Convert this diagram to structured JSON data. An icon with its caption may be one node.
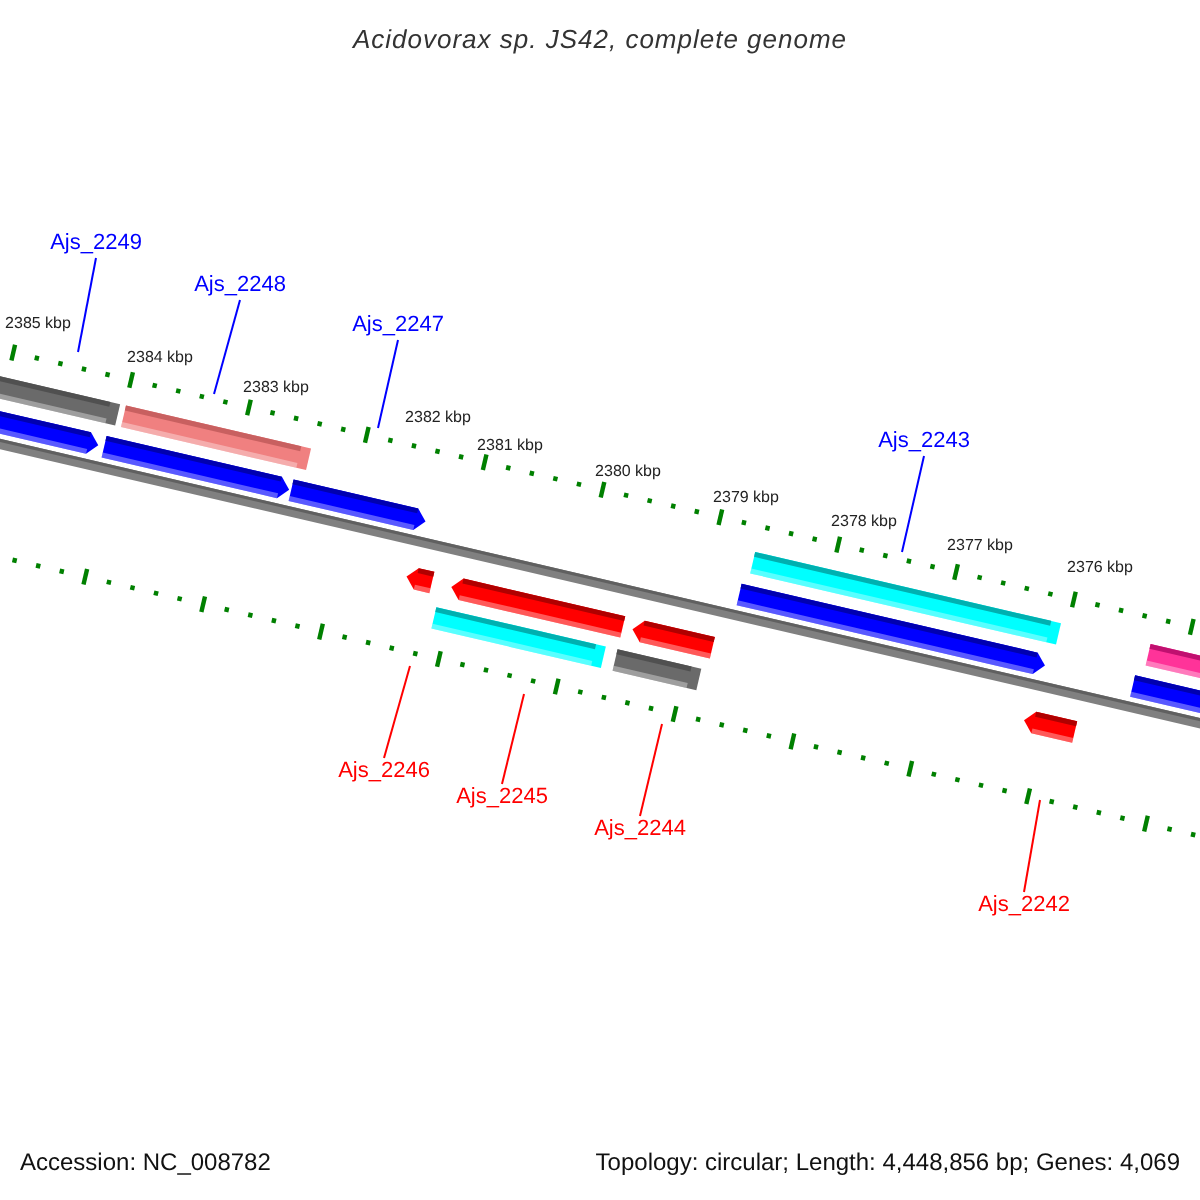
{
  "diagram": {
    "title": "Acidovorax sp. JS42, complete genome",
    "nodes": [
      {
        "text": [
          "Ajs_2249"
        ]
      },
      {
        "text": [
          "Ajs_2248"
        ]
      },
      {
        "text": [
          "Ajs_2247"
        ]
      },
      {
        "text": [
          "Ajs_2243"
        ]
      },
      {
        "text": [
          "Ajs_2246"
        ]
      },
      {
        "text": [
          "Ajs_2245"
        ]
      },
      {
        "text": [
          "Ajs_2244"
        ]
      },
      {
        "text": [
          "Ajs_2242"
        ]
      }
    ],
    "edges": [
      {
        "from": 0,
        "to": null,
        "arrow": "none",
        "color": "#0000ff"
      },
      {
        "from": 1,
        "to": null,
        "arrow": "none",
        "color": "#0000ff"
      },
      {
        "from": 2,
        "to": null,
        "arrow": "none",
        "color": "#0000ff"
      },
      {
        "from": 3,
        "to": null,
        "arrow": "none",
        "color": "#0000ff"
      },
      {
        "from": 4,
        "to": null,
        "arrow": "none",
        "color": "#ff0000"
      },
      {
        "from": 5,
        "to": null,
        "arrow": "none",
        "color": "#ff0000"
      },
      {
        "from": 6,
        "to": null,
        "arrow": "none",
        "color": "#ff0000"
      },
      {
        "from": 7,
        "to": null,
        "arrow": "none",
        "color": "#ff0000"
      }
    ],
    "labels": [
      "2385 kbp",
      "2384 kbp",
      "2383 kbp",
      "2382 kbp",
      "2381 kbp",
      "2380 kbp",
      "2379 kbp",
      "2378 kbp",
      "2377 kbp",
      "2376 kbp",
      "Accession: NC_008782",
      "Topology: circular; Length: 4,448,856 bp; Genes: 4,069"
    ]
  }
}
